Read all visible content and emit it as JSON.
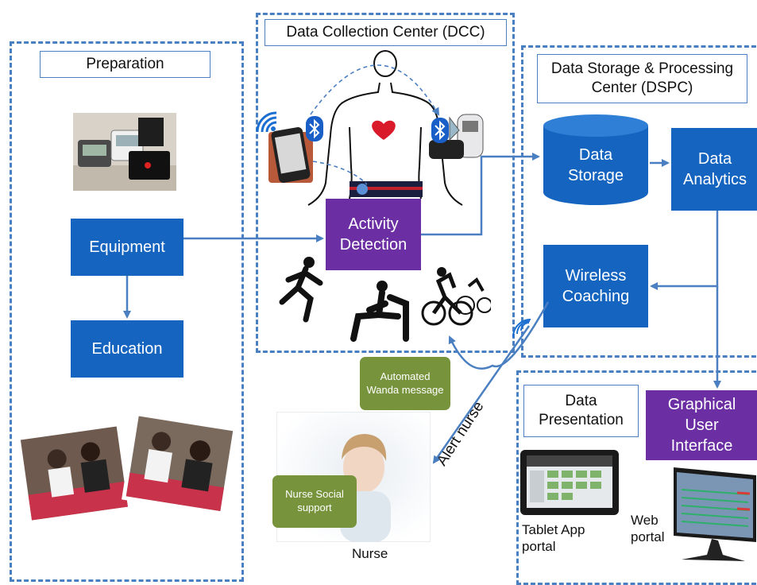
{
  "panels": {
    "preparation": {
      "title": "Preparation"
    },
    "dcc": {
      "title": "Data Collection Center (DCC)"
    },
    "dspc": {
      "title": "Data Storage & Processing Center (DSPC)"
    },
    "presentation": {
      "title": "Data Presentation"
    }
  },
  "boxes": {
    "equipment": "Equipment",
    "education": "Education",
    "activity_detection": "Activity Detection",
    "data_storage": "Data Storage",
    "data_analytics": "Data Analytics",
    "wireless_coaching": "Wireless Coaching",
    "gui": "Graphical User Interface"
  },
  "bubbles": {
    "automated_message": "Automated Wanda message",
    "nurse_support": "Nurse Social support"
  },
  "labels": {
    "alert_nurse": "Alert nurse",
    "nurse": "Nurse",
    "tablet_portal": "Tablet App portal",
    "web_portal": "Web portal"
  },
  "colors": {
    "panel_border": "#4a7fc1",
    "box_blue": "#1565c0",
    "box_purple": "#6b2fa3",
    "bubble_green": "#77933c",
    "arrow": "#4a7fc1"
  }
}
